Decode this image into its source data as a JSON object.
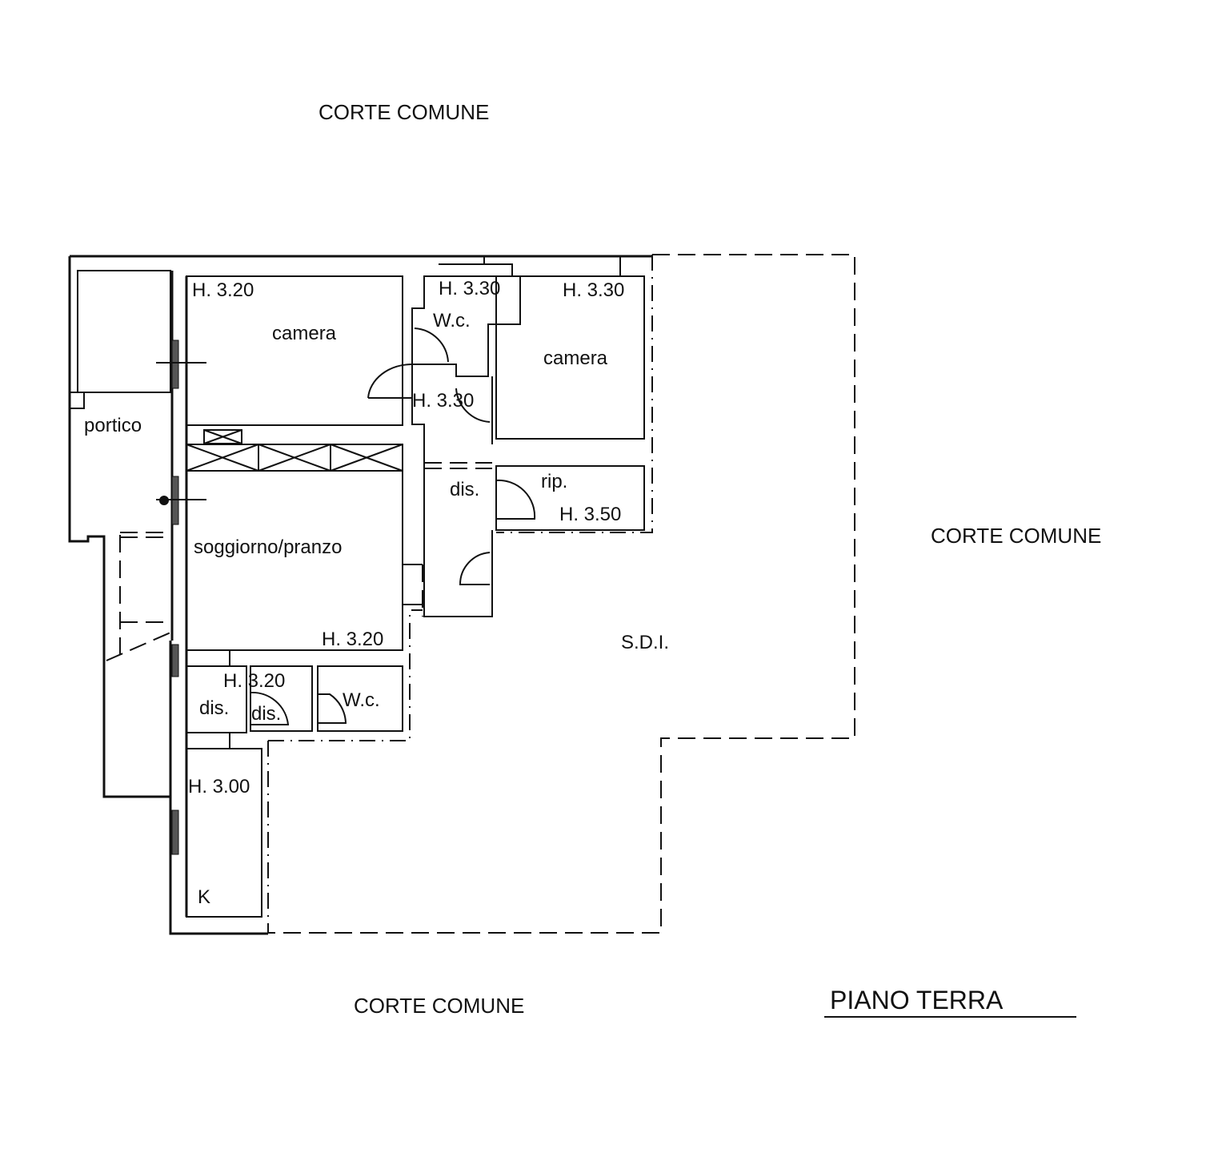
{
  "labels": {
    "corte_top": "CORTE COMUNE",
    "corte_right": "CORTE COMUNE",
    "corte_bottom": "CORTE COMUNE",
    "title": "PIANO TERRA",
    "sdi": "S.D.I."
  },
  "rooms": {
    "camera1": {
      "name": "camera",
      "height": "H. 3.20"
    },
    "wc_top": {
      "name": "W.c.",
      "height": "H. 3.30"
    },
    "camera2": {
      "name": "camera",
      "height": "H. 3.30"
    },
    "corridor_height": "H. 3.30",
    "portico": {
      "name": "portico"
    },
    "dis_top": {
      "name": "dis."
    },
    "rip": {
      "name": "rip.",
      "height": "H. 3.50"
    },
    "soggiorno": {
      "name": "soggiorno/pranzo",
      "height": "H. 3.20"
    },
    "dis_bottom1": {
      "name": "dis.",
      "height": "H. 3.20"
    },
    "dis_bottom2": {
      "name": "dis."
    },
    "wc_bottom": {
      "name": "W.c."
    },
    "kitchen": {
      "name": "K",
      "height": "H. 3.00"
    }
  }
}
